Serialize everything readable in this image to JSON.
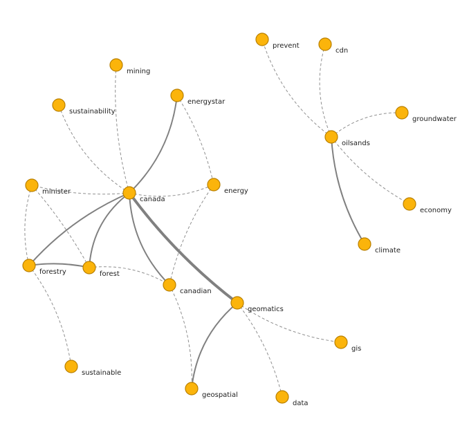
{
  "nodes": [
    {
      "id": "canada",
      "label": "canada"
    },
    {
      "id": "energystar",
      "label": "energystar"
    },
    {
      "id": "energy",
      "label": "energy"
    },
    {
      "id": "mining",
      "label": "mining"
    },
    {
      "id": "sustainability",
      "label": "sustainability"
    },
    {
      "id": "minister",
      "label": "minister"
    },
    {
      "id": "forestry",
      "label": "forestry"
    },
    {
      "id": "forest",
      "label": "forest"
    },
    {
      "id": "canadian",
      "label": "canadian"
    },
    {
      "id": "geomatics",
      "label": "geomatics"
    },
    {
      "id": "geospatial",
      "label": "geospatial"
    },
    {
      "id": "data",
      "label": "data"
    },
    {
      "id": "gis",
      "label": "gis"
    },
    {
      "id": "sustainable",
      "label": "sustainable"
    },
    {
      "id": "prevent",
      "label": "prevent"
    },
    {
      "id": "cdn",
      "label": "cdn"
    },
    {
      "id": "groundwater",
      "label": "groundwater"
    },
    {
      "id": "oilsands",
      "label": "oilsands"
    },
    {
      "id": "economy",
      "label": "economy"
    },
    {
      "id": "climate",
      "label": "climate"
    }
  ],
  "edges": [
    {
      "source": "canada",
      "target": "geomatics",
      "style": "solid",
      "weight": 3
    },
    {
      "source": "canada",
      "target": "energystar",
      "style": "solid",
      "weight": 2
    },
    {
      "source": "canada",
      "target": "forestry",
      "style": "solid",
      "weight": 2
    },
    {
      "source": "canada",
      "target": "forest",
      "style": "solid",
      "weight": 2
    },
    {
      "source": "canada",
      "target": "canadian",
      "style": "solid",
      "weight": 2
    },
    {
      "source": "geomatics",
      "target": "geospatial",
      "style": "solid",
      "weight": 2
    },
    {
      "source": "forestry",
      "target": "forest",
      "style": "solid",
      "weight": 2
    },
    {
      "source": "oilsands",
      "target": "climate",
      "style": "solid",
      "weight": 2
    },
    {
      "source": "canada",
      "target": "mining",
      "style": "dashed",
      "weight": 1
    },
    {
      "source": "canada",
      "target": "sustainability",
      "style": "dashed",
      "weight": 1
    },
    {
      "source": "canada",
      "target": "minister",
      "style": "dashed",
      "weight": 1
    },
    {
      "source": "canada",
      "target": "energy",
      "style": "dashed",
      "weight": 1
    },
    {
      "source": "energystar",
      "target": "energy",
      "style": "dashed",
      "weight": 1
    },
    {
      "source": "energy",
      "target": "canadian",
      "style": "dashed",
      "weight": 1
    },
    {
      "source": "minister",
      "target": "forestry",
      "style": "dashed",
      "weight": 1
    },
    {
      "source": "minister",
      "target": "forest",
      "style": "dashed",
      "weight": 1
    },
    {
      "source": "forest",
      "target": "canadian",
      "style": "dashed",
      "weight": 1
    },
    {
      "source": "forestry",
      "target": "sustainable",
      "style": "dashed",
      "weight": 1
    },
    {
      "source": "canadian",
      "target": "geospatial",
      "style": "dashed",
      "weight": 1
    },
    {
      "source": "geomatics",
      "target": "data",
      "style": "dashed",
      "weight": 1
    },
    {
      "source": "geomatics",
      "target": "gis",
      "style": "dashed",
      "weight": 1
    },
    {
      "source": "oilsands",
      "target": "prevent",
      "style": "dashed",
      "weight": 1
    },
    {
      "source": "oilsands",
      "target": "cdn",
      "style": "dashed",
      "weight": 1
    },
    {
      "source": "oilsands",
      "target": "groundwater",
      "style": "dashed",
      "weight": 1
    },
    {
      "source": "oilsands",
      "target": "economy",
      "style": "dashed",
      "weight": 1
    }
  ],
  "colors": {
    "node_fill": "#fbb40b",
    "node_stroke": "#b87f00",
    "solid_edge": "#808080",
    "dashed_edge": "#8f8f8f",
    "label": "#222222"
  }
}
